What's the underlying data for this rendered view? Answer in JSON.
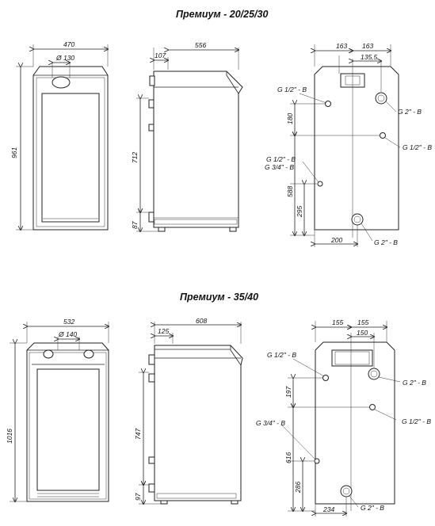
{
  "titles": {
    "top": "Премиум - 20/25/30",
    "bottom": "Премиум - 35/40"
  },
  "top": {
    "front": {
      "width": "470",
      "height": "961",
      "flue": "Ø 130"
    },
    "side": {
      "depth": "556",
      "offset": "107",
      "h712": "712",
      "h87": "87"
    },
    "rear": {
      "d163a": "163",
      "d163b": "163",
      "d135": "135,5",
      "d180": "180",
      "d588": "588",
      "d295": "295",
      "d200": "200",
      "g1": "G 1/2\" - B",
      "g2": "G 2\" - B",
      "g3": "G 1/2\" - B",
      "g4": "G 1/2\" - B",
      "g5": "G 3/4\" - B",
      "g6": "G 2\" - B"
    }
  },
  "bottom": {
    "front": {
      "width": "532",
      "height": "1016",
      "flue": "Ø 140"
    },
    "side": {
      "depth": "608",
      "offset": "125",
      "h747": "747",
      "h97": "97"
    },
    "rear": {
      "d155a": "155",
      "d155b": "155",
      "d150": "150",
      "d197": "197",
      "d616": "616",
      "d286": "286",
      "d234": "234",
      "g1": "G 1/2\" - B",
      "g2": "G 2\" - B",
      "g3": "G 1/2\" - B",
      "g4": "G 3/4\" - B",
      "g5": "G 2\" - B"
    }
  }
}
